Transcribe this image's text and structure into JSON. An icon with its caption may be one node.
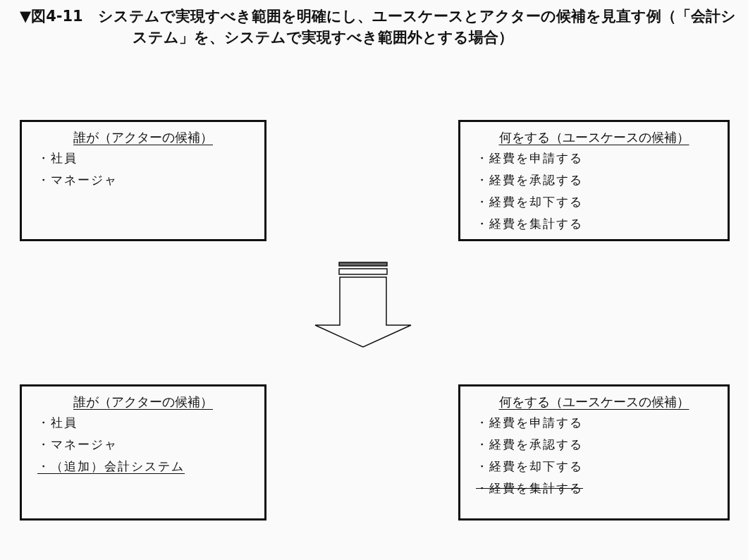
{
  "diagram": {
    "title": "▼図4-11　システムで実現すべき範囲を明確にし、ユースケースとアクターの候補を見直す例（「会計システム」を、システムで実現すべき範囲外とする場合）",
    "nodes": [
      {
        "text": [
          "誰が（アクターの候補）",
          "・社員",
          "・マネージャ"
        ]
      },
      {
        "text": [
          "何をする（ユースケースの候補）",
          "・経費を申請する",
          "・経費を承認する",
          "・経費を却下する",
          "・経費を集計する"
        ]
      },
      {
        "text": [
          "誰が（アクターの候補）",
          "・社員",
          "・マネージャ",
          "・（追加）会計システム"
        ]
      },
      {
        "text": [
          "何をする（ユースケースの候補）",
          "・経費を申請する",
          "・経費を承認する",
          "・経費を却下する",
          "・経費を集計する"
        ]
      }
    ]
  }
}
